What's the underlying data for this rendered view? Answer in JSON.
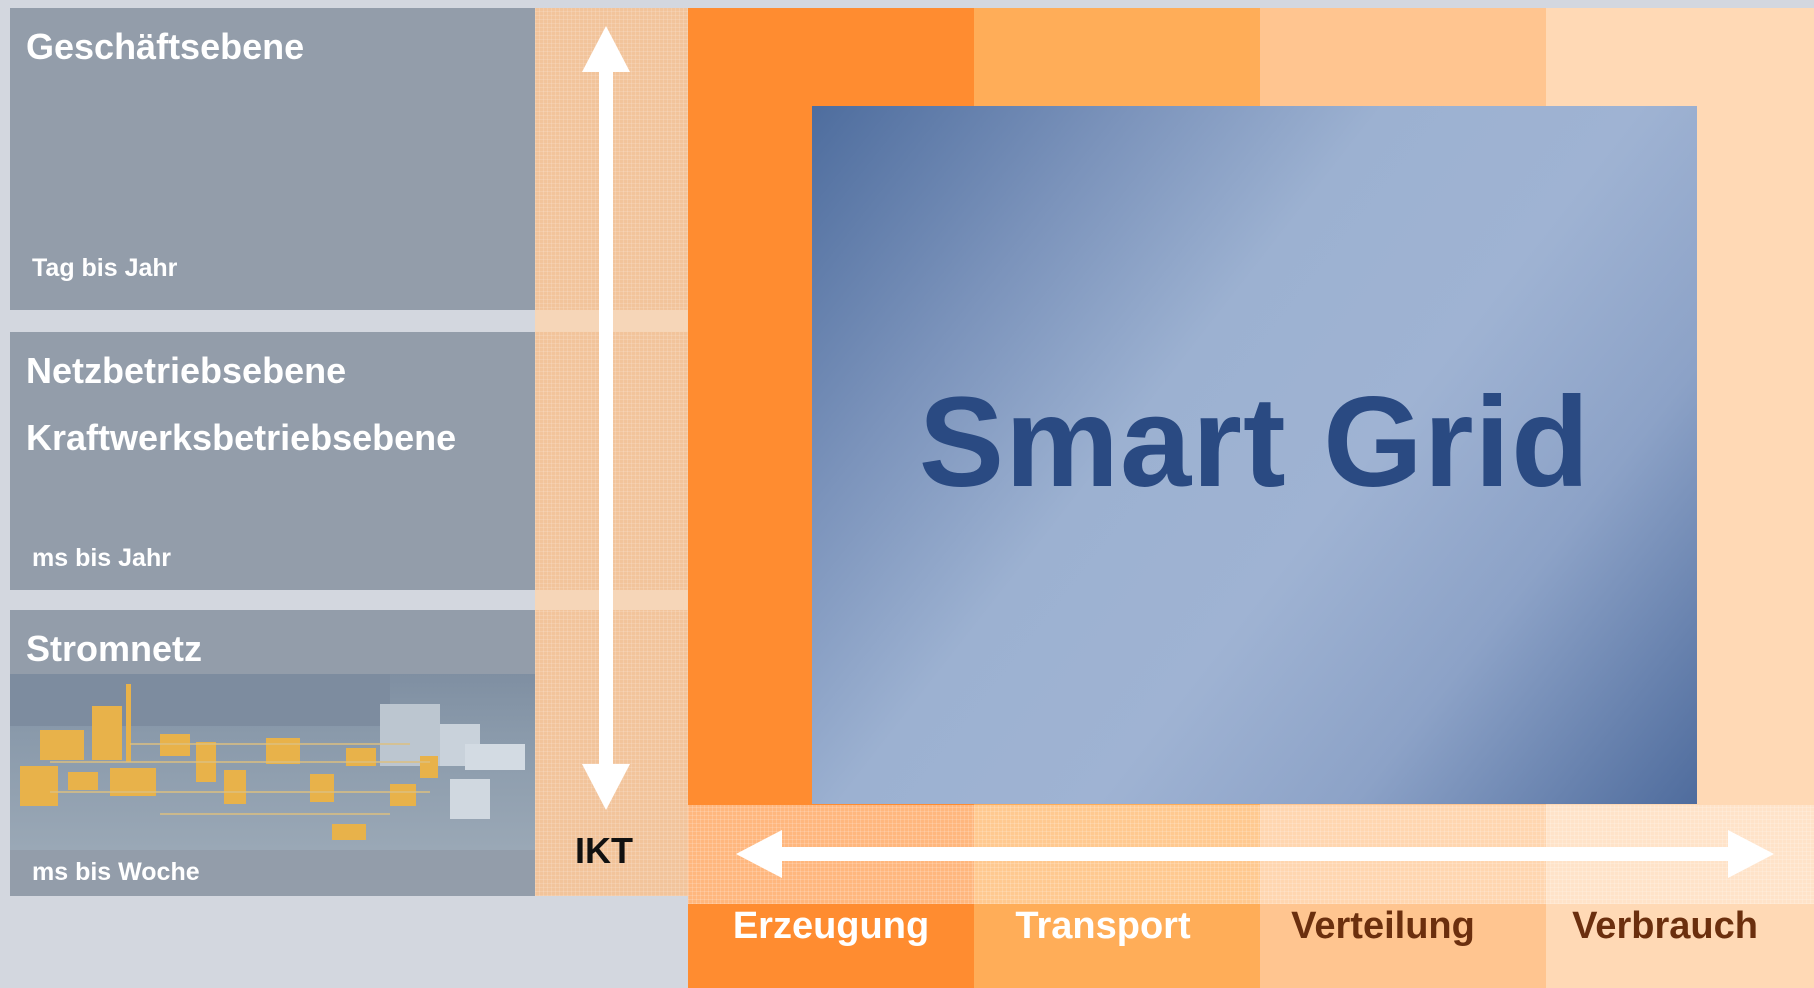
{
  "layers": [
    {
      "title_lines": [
        "Geschäftsebene"
      ],
      "timescale": "Tag bis Jahr"
    },
    {
      "title_lines": [
        "Netzbetriebsebene",
        "Kraftwerksbetriebsebene"
      ],
      "timescale": "ms bis Jahr"
    },
    {
      "title_lines": [
        "Stromnetz"
      ],
      "timescale": "ms bis Woche"
    }
  ],
  "ikt": {
    "label": "IKT"
  },
  "domains": [
    {
      "label": "Erzeugung",
      "color": "#ff8c30",
      "label_color": "#ffffff"
    },
    {
      "label": "Transport",
      "color": "#ffaa55",
      "label_color": "#ffffff"
    },
    {
      "label": "Verteilung",
      "color": "#ffc590",
      "label_color": "#6b2f0e"
    },
    {
      "label": "Verbrauch",
      "color": "#ffd9b5",
      "label_color": "#6b2f0e"
    }
  ],
  "center": {
    "title": "Smart Grid",
    "title_color": "#2a4a82"
  },
  "colors": {
    "background": "#d3d7df",
    "panel": "#939daa",
    "arrow": "#ffffff"
  }
}
